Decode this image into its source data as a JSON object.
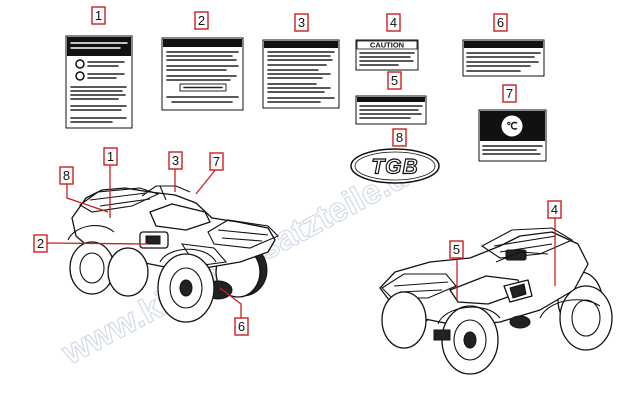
{
  "diagram": {
    "callouts": [
      "1",
      "2",
      "3",
      "4",
      "5",
      "6",
      "7",
      "8"
    ],
    "decal_4_heading": "CAUTION",
    "logo_text": "TGB",
    "watermark": "www.kinderersatzteile.de"
  }
}
